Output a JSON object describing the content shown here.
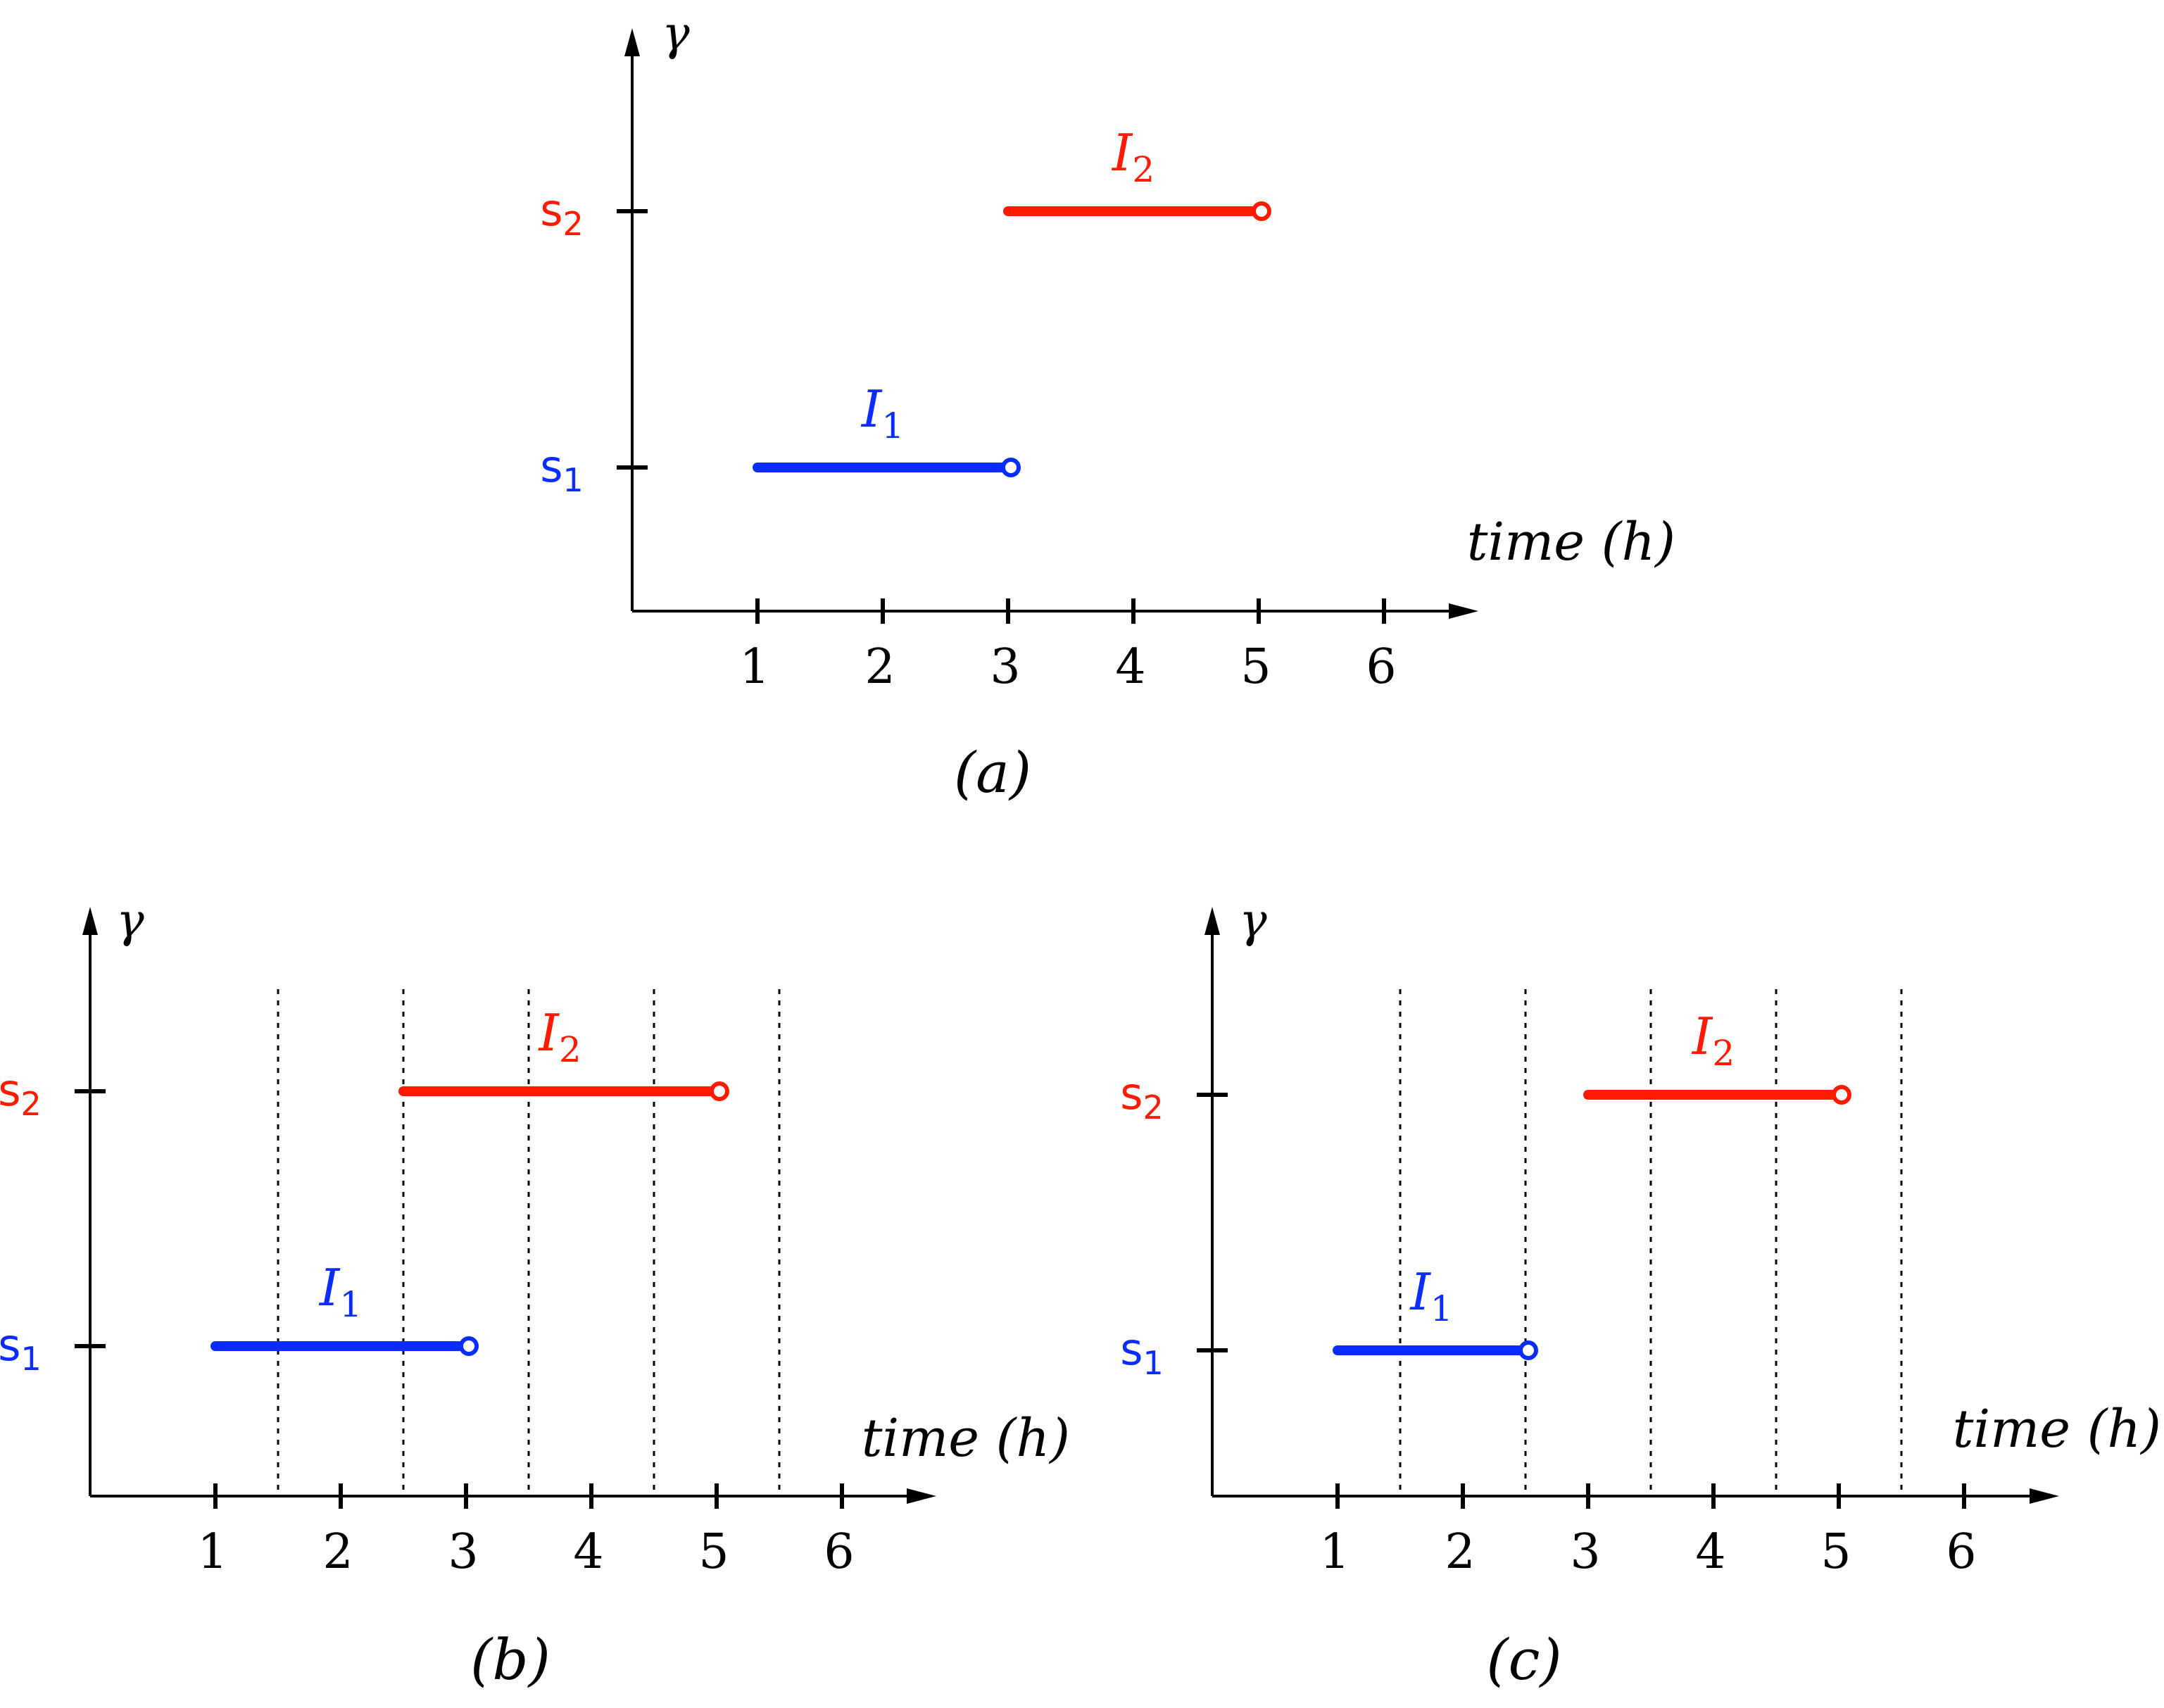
{
  "panels": [
    {
      "id": "a",
      "caption": "(a)",
      "y_axis_label": "γ",
      "x_axis_label": "time (h)",
      "x_ticks": [
        "1",
        "2",
        "3",
        "4",
        "5",
        "6"
      ],
      "y_levels": [
        {
          "label": "s",
          "sub": "1",
          "color": "#0a2cff"
        },
        {
          "label": "s",
          "sub": "2",
          "color": "#ff1a00"
        }
      ],
      "dashed_boundaries": [],
      "intervals": [
        {
          "name": "I",
          "sub": "1",
          "level": 1,
          "start": 1,
          "end": 3,
          "open_end": true,
          "color": "#0a2cff"
        },
        {
          "name": "I",
          "sub": "2",
          "level": 2,
          "start": 3,
          "end": 5,
          "open_end": true,
          "color": "#ff1a00"
        }
      ]
    },
    {
      "id": "b",
      "caption": "(b)",
      "y_axis_label": "γ",
      "x_axis_label": "time (h)",
      "x_ticks": [
        "1",
        "2",
        "3",
        "4",
        "5",
        "6"
      ],
      "y_levels": [
        {
          "label": "s",
          "sub": "1",
          "color": "#0a2cff"
        },
        {
          "label": "s",
          "sub": "2",
          "color": "#ff1a00"
        }
      ],
      "dashed_boundaries": [
        1.5,
        2.5,
        3.5,
        4.5,
        5.5
      ],
      "intervals": [
        {
          "name": "I",
          "sub": "1",
          "level": 1,
          "start": 1,
          "end": 3,
          "open_end": true,
          "color": "#0a2cff"
        },
        {
          "name": "I",
          "sub": "2",
          "level": 2,
          "start": 2.5,
          "end": 5,
          "open_end": true,
          "color": "#ff1a00"
        }
      ]
    },
    {
      "id": "c",
      "caption": "(c)",
      "y_axis_label": "γ",
      "x_axis_label": "time (h)",
      "x_ticks": [
        "1",
        "2",
        "3",
        "4",
        "5",
        "6"
      ],
      "y_levels": [
        {
          "label": "s",
          "sub": "1",
          "color": "#0a2cff"
        },
        {
          "label": "s",
          "sub": "2",
          "color": "#ff1a00"
        }
      ],
      "dashed_boundaries": [
        1.5,
        2.5,
        3.5,
        4.5,
        5.5
      ],
      "intervals": [
        {
          "name": "I",
          "sub": "1",
          "level": 1,
          "start": 1,
          "end": 2.5,
          "open_end": true,
          "color": "#0a2cff"
        },
        {
          "name": "I",
          "sub": "2",
          "level": 2,
          "start": 3,
          "end": 5,
          "open_end": true,
          "color": "#ff1a00"
        }
      ]
    }
  ]
}
